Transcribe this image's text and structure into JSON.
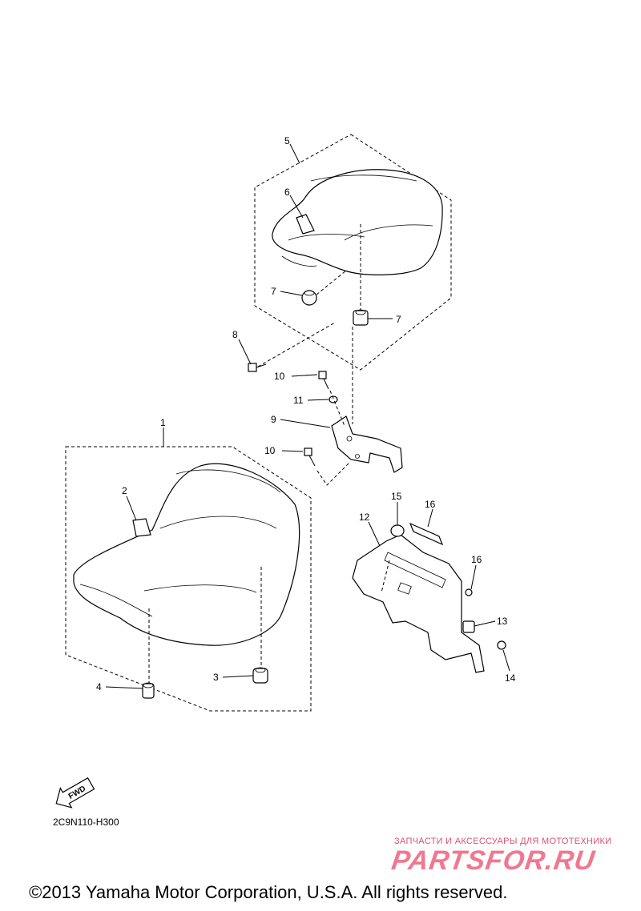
{
  "diagram": {
    "callouts": [
      {
        "id": "c1",
        "label": "1"
      },
      {
        "id": "c2",
        "label": "2"
      },
      {
        "id": "c3",
        "label": "3"
      },
      {
        "id": "c4",
        "label": "4"
      },
      {
        "id": "c5",
        "label": "5"
      },
      {
        "id": "c6",
        "label": "6"
      },
      {
        "id": "c7a",
        "label": "7"
      },
      {
        "id": "c7b",
        "label": "7"
      },
      {
        "id": "c8",
        "label": "8"
      },
      {
        "id": "c9",
        "label": "9"
      },
      {
        "id": "c10a",
        "label": "10"
      },
      {
        "id": "c10b",
        "label": "10"
      },
      {
        "id": "c11",
        "label": "11"
      },
      {
        "id": "c12",
        "label": "12"
      },
      {
        "id": "c13",
        "label": "13"
      },
      {
        "id": "c14",
        "label": "14"
      },
      {
        "id": "c15",
        "label": "15"
      },
      {
        "id": "c16a",
        "label": "16"
      },
      {
        "id": "c16b",
        "label": "16"
      }
    ],
    "fwd_label": "FWD",
    "diagram_code": "2C9N110-H300"
  },
  "watermark": {
    "tagline": "ЗАПЧАСТИ И АКСЕССУАРЫ ДЛЯ МОТОТЕХНИКИ",
    "logo": "PARTSFOR.RU"
  },
  "footer": {
    "copyright": "©2013 Yamaha Motor Corporation, U.S.A. All rights reserved."
  },
  "colors": {
    "line": "#000000",
    "background": "#ffffff",
    "watermark": "#f07890"
  }
}
